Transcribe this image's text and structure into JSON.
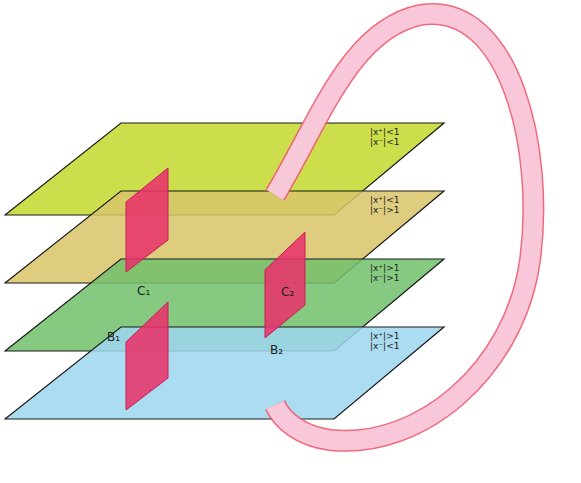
{
  "diagram": {
    "nodes": [
      {
        "text": [
          "|x⁺|<1",
          "|x⁻|<1"
        ]
      },
      {
        "text": [
          "|x⁺|<1",
          "|x⁻|>1"
        ]
      },
      {
        "text": [
          "|x⁺|>1",
          "|x⁻|>1"
        ]
      },
      {
        "text": [
          "|x⁺|>1",
          "|x⁻|<1"
        ]
      }
    ],
    "labels": [
      "C₁",
      "C₂",
      "B₁",
      "B₂"
    ]
  }
}
